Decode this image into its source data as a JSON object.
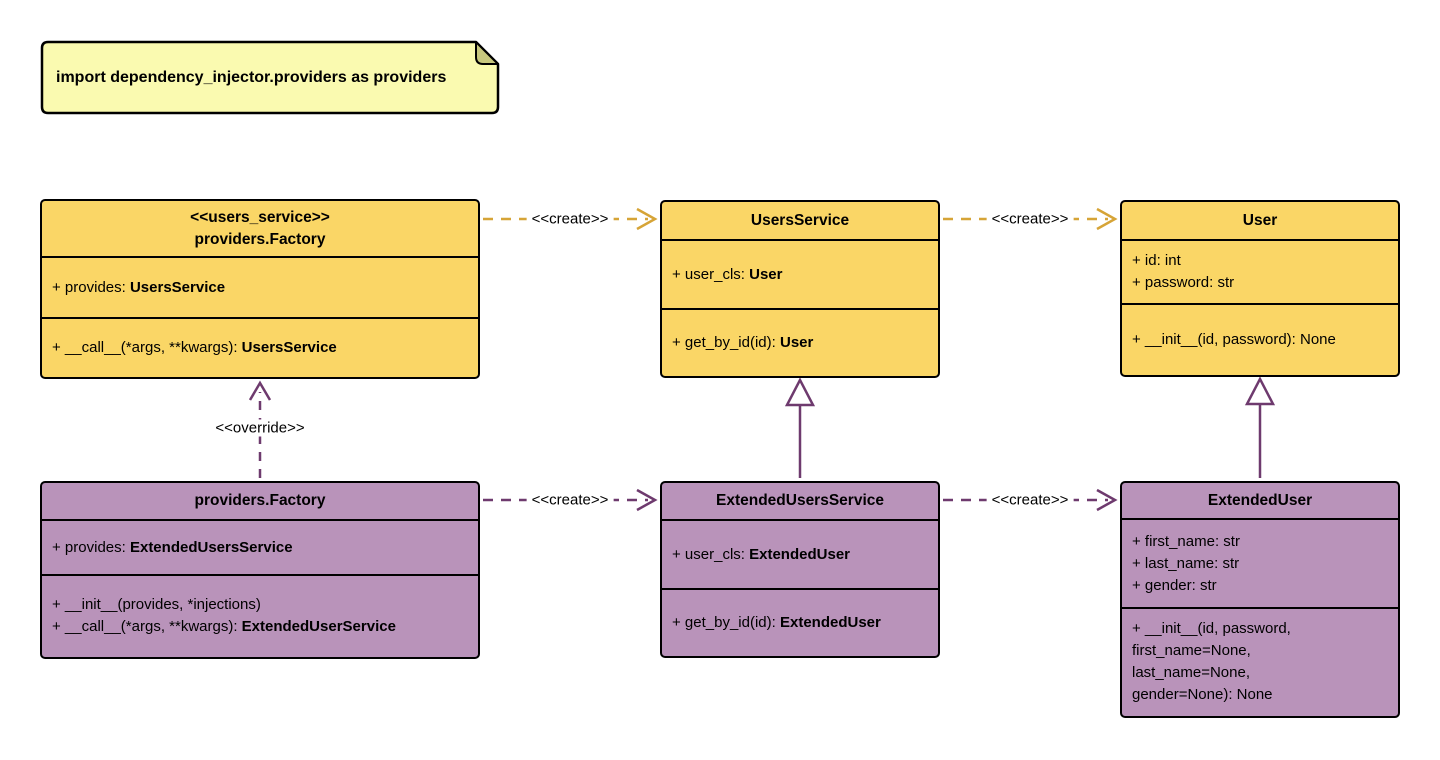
{
  "note": {
    "text": "import dependency_injector.providers as providers"
  },
  "colors": {
    "gold_fill": "#FAD666",
    "purple_fill": "#B993BA",
    "gold_arrow": "#D6A437",
    "purple_arrow": "#6E3A6E",
    "note_fill": "#FAFAB0",
    "note_fold": "#C8C87E",
    "border": "#000000"
  },
  "connectors": {
    "create_labels": [
      "<<create>>",
      "<<create>>",
      "<<create>>",
      "<<create>>"
    ],
    "override_label": "<<override>>"
  },
  "classes": [
    {
      "id": "factory-users-service",
      "stereotype": "<<users_service>>",
      "name": "providers.Factory",
      "attributes": [
        {
          "prefix": "+ provides: ",
          "type": "UsersService"
        }
      ],
      "methods": [
        {
          "prefix": "+ __call__(*args, **kwargs): ",
          "type": "UsersService"
        }
      ]
    },
    {
      "id": "users-service",
      "name": "UsersService",
      "attributes": [
        {
          "prefix": "+ user_cls: ",
          "type": "User"
        }
      ],
      "methods": [
        {
          "prefix": "+ get_by_id(id): ",
          "type": "User"
        }
      ]
    },
    {
      "id": "user",
      "name": "User",
      "attributes": [
        {
          "prefix": "+ id: int"
        },
        {
          "prefix": "+ password: str"
        }
      ],
      "methods": [
        {
          "prefix": "+ __init__(id, password): None"
        }
      ]
    },
    {
      "id": "factory-extended",
      "name": "providers.Factory",
      "attributes": [
        {
          "prefix": "+ provides: ",
          "type": "ExtendedUsersService"
        }
      ],
      "methods": [
        {
          "prefix": "+ __init__(provides, *injections)"
        },
        {
          "prefix": "+ __call__(*args, **kwargs): ",
          "type": "ExtendedUserService"
        }
      ]
    },
    {
      "id": "extended-users-service",
      "name": "ExtendedUsersService",
      "attributes": [
        {
          "prefix": "+ user_cls: ",
          "type": "ExtendedUser"
        }
      ],
      "methods": [
        {
          "prefix": "+ get_by_id(id): ",
          "type": "ExtendedUser"
        }
      ]
    },
    {
      "id": "extended-user",
      "name": "ExtendedUser",
      "attributes": [
        {
          "prefix": "+ first_name: str"
        },
        {
          "prefix": "+ last_name: str"
        },
        {
          "prefix": "+ gender: str"
        }
      ],
      "methods": [
        {
          "prefix": "+ __init__(id, password,"
        },
        {
          "prefix": "first_name=None,"
        },
        {
          "prefix": "last_name=None,"
        },
        {
          "prefix": "gender=None): None"
        }
      ]
    }
  ]
}
